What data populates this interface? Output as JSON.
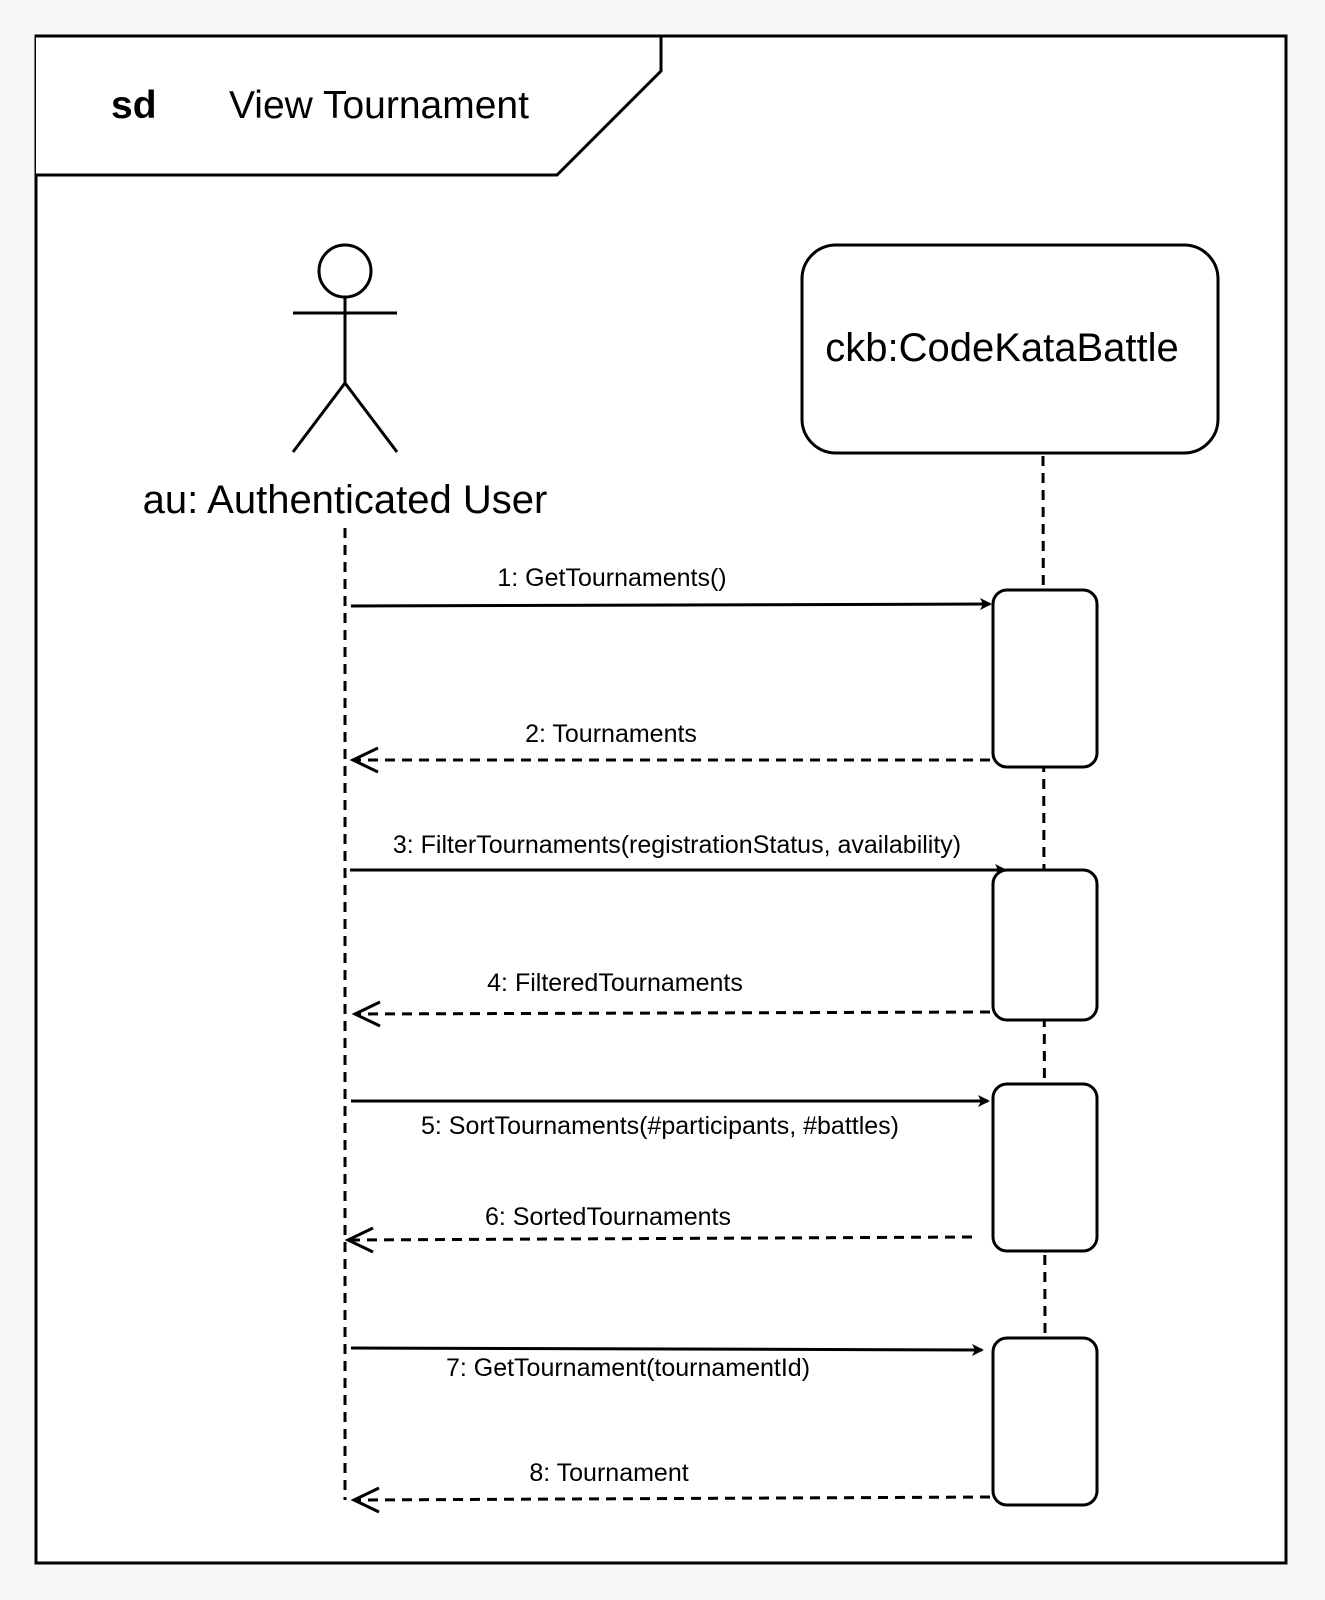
{
  "frame": {
    "keyword": "sd",
    "title": "View Tournament"
  },
  "actor": {
    "label": "au: Authenticated User",
    "icon": "stick-figure-actor-icon"
  },
  "lifeline": {
    "label": "ckb:CodeKataBattle"
  },
  "messages": [
    {
      "label": "1: GetTournaments()",
      "kind": "sync"
    },
    {
      "label": "2: Tournaments",
      "kind": "return"
    },
    {
      "label": "3: FilterTournaments(registrationStatus, availability)",
      "kind": "sync"
    },
    {
      "label": "4: FilteredTournaments",
      "kind": "return"
    },
    {
      "label": "5: SortTournaments(#participants, #battles)",
      "kind": "sync"
    },
    {
      "label": "6: SortedTournaments",
      "kind": "return"
    },
    {
      "label": "7: GetTournament(tournamentId)",
      "kind": "sync"
    },
    {
      "label": "8: Tournament",
      "kind": "return"
    }
  ],
  "colors": {
    "stroke": "#000000",
    "background": "#f7f7f7",
    "frame_fill": "#ffffff"
  }
}
